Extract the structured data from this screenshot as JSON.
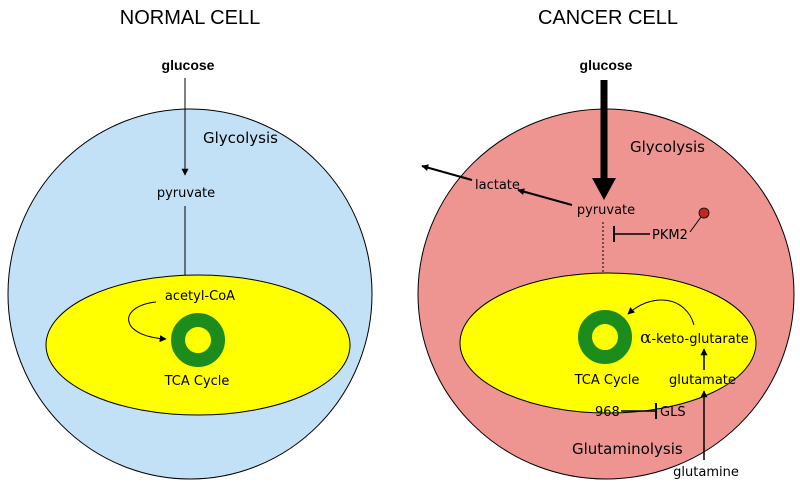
{
  "normal_cell": {
    "title": "NORMAL CELL",
    "glucose": "glucose",
    "glycolysis": "Glycolysis",
    "pyruvate": "pyruvate",
    "acetyl_coa": "acetyl-CoA",
    "tca_cycle": "TCA Cycle"
  },
  "cancer_cell": {
    "title": "CANCER CELL",
    "glucose": "glucose",
    "glycolysis": "Glycolysis",
    "lactate": "lactate",
    "pyruvate": "pyruvate",
    "pkm2": "PKM2",
    "alpha_symbol": "α",
    "keto_glutarate": "-keto-glutarate",
    "tca_cycle": "TCA Cycle",
    "glutamate": "glutamate",
    "inhibitor": "968",
    "gls": "GLS",
    "glutaminolysis": "Glutaminolysis",
    "glutamine": "glutamine"
  },
  "colors": {
    "normal_cell_fill": "#c2e1f7",
    "cancer_cell_fill": "#ee9592",
    "mitochondrion_fill": "#ffff00",
    "tca_ring": "#1c8c1c",
    "pkm2_dot": "#c0281c"
  }
}
